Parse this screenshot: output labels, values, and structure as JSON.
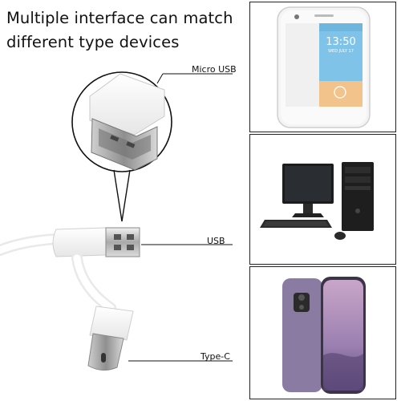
{
  "headline": {
    "line1": "Multiple interface can match",
    "line2": "different type devices"
  },
  "callouts": {
    "micro_usb": "Micro USB",
    "usb": "USB",
    "type_c": "Type-C"
  },
  "devices": {
    "phone_screen": {
      "time": "13:50",
      "date": "WED JULY 17"
    },
    "items": [
      "white-smartphone",
      "desktop-computer",
      "purple-smartphone"
    ]
  }
}
